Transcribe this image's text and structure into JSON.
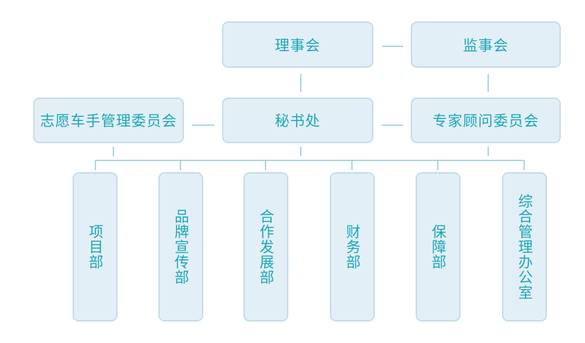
{
  "colors": {
    "box_fill": "#e3eff6",
    "box_border": "#c5dcea",
    "text": "#1aa7b8",
    "connector": "#8fc9d4"
  },
  "org": {
    "board": "理事会",
    "supervisors": "监事会",
    "volunteer_committee": "志愿车手管理委员会",
    "secretariat": "秘书处",
    "expert_committee": "专家顾问委员会",
    "departments": [
      "项目部",
      "品牌宣传部",
      "合作发展部",
      "财务部",
      "保障部",
      "综合管理办公室"
    ]
  }
}
